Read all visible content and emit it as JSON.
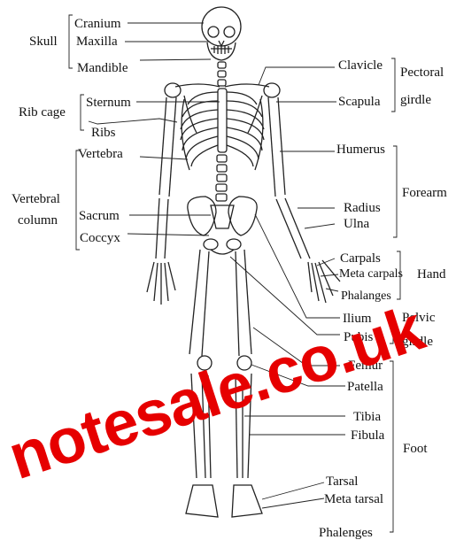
{
  "labels": {
    "cranium": "Cranium",
    "maxilla": "Maxilla",
    "mandible": "Mandible",
    "skull": "Skull",
    "sternum": "Sternum",
    "ribs": "Ribs",
    "rib_cage": "Rib cage",
    "vertebra": "Vertebra",
    "vertebral": "Vertebral",
    "column": "column",
    "sacrum": "Sacrum",
    "coccyx": "Coccyx",
    "clavicle": "Clavicle",
    "scapula": "Scapula",
    "pectoral": "Pectoral",
    "girdle1": "girdle",
    "humerus": "Humerus",
    "radius": "Radius",
    "ulna": "Ulna",
    "forearm": "Forearm",
    "carpals": "Carpals",
    "meta_carpals": "Meta carpals",
    "phalanges": "Phalanges",
    "hand": "Hand",
    "ilium": "Ilium",
    "pubis": "Pubis",
    "pelvic": "Pelvic",
    "girdle2": "girdle",
    "femur": "Femur",
    "patella": "Patella",
    "tibia": "Tibia",
    "fibula": "Fibula",
    "foot": "Foot",
    "tarsal": "Tarsal",
    "meta_tarsal": "Meta tarsal",
    "phalenges": "Phalenges"
  },
  "watermark": {
    "text": "notesale.co.uk",
    "color": "#e60000"
  }
}
